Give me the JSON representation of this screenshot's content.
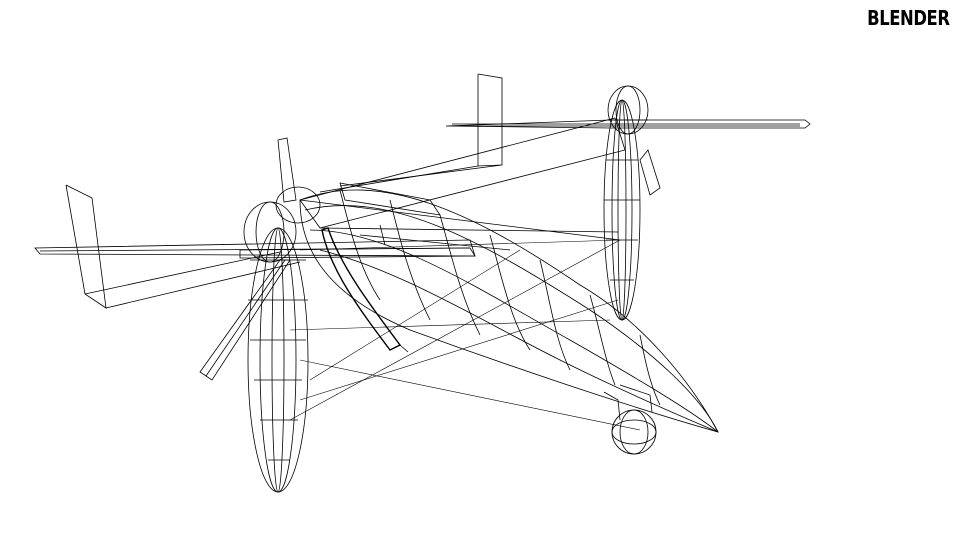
{
  "brand": {
    "label": "BLENDER"
  },
  "scene": {
    "object": "tiltrotor-aircraft-wireframe",
    "display_mode": "wireframe"
  },
  "colors": {
    "background": "#ffffff",
    "wire": "#000000"
  }
}
